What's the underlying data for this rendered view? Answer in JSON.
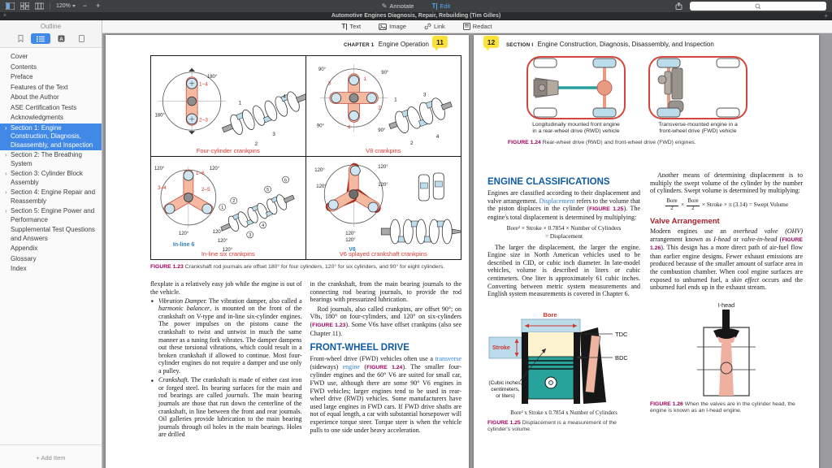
{
  "app": {
    "toolbar": {
      "zoom_level": "120%",
      "annotate_label": "Annotate",
      "annotate_icon": "✎",
      "edit_label": "Edit",
      "edit_icon_glyph": "T",
      "search_value": ""
    },
    "tabbar": {
      "close_glyph": "×",
      "title": "Automotive Engines Diagnosis, Repair, Rebuilding (Tim Gilles)",
      "new_tab_glyph": "+"
    },
    "edit_toolbar": {
      "text_icon_glyph": "T",
      "text": "Text",
      "image": "Image",
      "link": "Link",
      "redact": "Redact"
    }
  },
  "sidebar": {
    "panel_title": "Outline",
    "annot_icon_glyph": "A",
    "add_item": "+ Add Item",
    "items": [
      {
        "label": "Cover"
      },
      {
        "label": "Contents"
      },
      {
        "label": "Preface"
      },
      {
        "label": "Features of the Text"
      },
      {
        "label": "About the Author"
      },
      {
        "label": "ASE Certification Tests"
      },
      {
        "label": "Acknowledgments"
      },
      {
        "label": "Section 1: Engine Construction, Diagnosis, Disassembly, and Inspection",
        "selected": true,
        "expandable": true
      },
      {
        "label": "Section 2: The Breathing System",
        "expandable": true
      },
      {
        "label": "Section 3: Cylinder Block Assembly",
        "expandable": true
      },
      {
        "label": "Section 4: Engine Repair and Reassembly",
        "expandable": true
      },
      {
        "label": "Section 5: Engine Power and Performance",
        "expandable": true
      },
      {
        "label": "Supplemental Test Questions and Answers"
      },
      {
        "label": "Appendix"
      },
      {
        "label": "Glossary"
      },
      {
        "label": "Index"
      }
    ]
  },
  "pages": {
    "left": {
      "badge": "11",
      "kicker": "CHAPTER 1",
      "title": "Engine Operation",
      "col1": [
        {
          "style": "",
          "seg": [
            [
              "flexplate is a relatively easy job while the engine is out of the vehicle.",
              ""
            ]
          ]
        },
        {
          "style": "bullet",
          "seg": [
            [
              "Vibration Damper.",
              "i"
            ],
            [
              " The vibration damper, also called a ",
              ""
            ],
            [
              "harmonic balancer",
              "i"
            ],
            [
              ", is mounted on the front of the crankshaft on V-type and in-line six-cylinder engines. The power impulses on the pistons cause the crankshaft to twist and untwist in much the same manner as a tuning fork vibrates. The damper dampens out these torsional vibrations, which could result in a broken crankshaft if allowed to continue. Most four-cylinder engines do not require a damper and use only a pulley.",
              ""
            ]
          ]
        },
        {
          "style": "bullet",
          "seg": [
            [
              "Crankshaft.",
              "i"
            ],
            [
              " The crankshaft is made of either cast iron or forged steel. Its bearing surfaces for the main and rod bearings are called ",
              ""
            ],
            [
              "journals",
              "i"
            ],
            [
              ". The main bearing journals are those that run down the centerline of the crankshaft, in line between the front and rear journals. Oil galleries provide lubrication to the main bearing journals through oil holes in the main bearings. Holes are drilled",
              ""
            ]
          ]
        }
      ],
      "col2": [
        {
          "style": "",
          "seg": [
            [
              "in the crankshaft, from the main bearing journals to the connecting rod bearing journals, to provide the rod bearings with pressurized lubrication.",
              ""
            ]
          ]
        },
        {
          "style": "ind sp",
          "seg": [
            [
              "Rod journals, also called crankpins, are offset 90°; on V8s, 180° on four-cylinders, and 120° on six-cylinders (",
              ""
            ],
            [
              "FIGURE 1.23",
              "fig"
            ],
            [
              "). Some V6s have offset crankpins (also see Chapter 11).",
              ""
            ]
          ]
        },
        {
          "style": "h1",
          "name": "front-wheel-drive-heading",
          "seg": [
            [
              "FRONT-WHEEL DRIVE",
              ""
            ]
          ]
        },
        {
          "style": "",
          "seg": [
            [
              "Front-wheel drive (FWD) vehicles often use a ",
              ""
            ],
            [
              "transverse",
              "link"
            ],
            [
              " (sideways) ",
              ""
            ],
            [
              "engine",
              "link"
            ],
            [
              " (",
              ""
            ],
            [
              "FIGURE 1.24",
              "fig"
            ],
            [
              "). The smaller four-cylinder engines and the 60° V6 are suited for small car, FWD use, although there are some 90° V6 engines in FWD vehicles; larger engines tend to be used in rear-wheel drive (RWD) vehicles. Some manufacturers have used large engines in FWD cars. If FWD drive shafts are not of equal length, a car with substantial horsepower will experience torque steer. Torque steer is when the vehicle pulls to one side under heavy acceleration.",
              ""
            ]
          ]
        }
      ]
    },
    "right": {
      "badge": "12",
      "kicker": "SECTION I",
      "title": "Engine Construction, Diagnosis, Disassembly, and Inspection",
      "col1": [
        {
          "style": "h1",
          "name": "engine-classifications-heading",
          "seg": [
            [
              "ENGINE CLASSIFICATIONS",
              ""
            ]
          ]
        },
        {
          "style": "",
          "seg": [
            [
              "Engines are classified according to their displacement and valve arrangement. ",
              ""
            ],
            [
              "Displacement",
              "link"
            ],
            [
              " refers to the volume that the piston displaces in the cylinder (",
              ""
            ],
            [
              "FIGURE 1.25",
              "fig"
            ],
            [
              "). The engine's total displacement is determined by multiplying:",
              ""
            ]
          ]
        },
        {
          "style": "formula",
          "seg": [
            [
              "Bore² × Stroke × 0.7854 × Number of Cylinders",
              ""
            ]
          ]
        },
        {
          "style": "formula2",
          "seg": [
            [
              "= Displacement",
              ""
            ]
          ]
        },
        {
          "style": "ind",
          "seg": [
            [
              "The larger the displacement, the larger the engine. Engine size in North American vehicles used to be described in CID, or cubic inch diameter. In late-model vehicles, volume is described in liters or cubic centimeters. One liter is approximately 61 cubic inches. Converting between metric system measurements and English system measurements is covered in Chapter 6.",
              ""
            ]
          ]
        }
      ],
      "col2": [
        {
          "style": "ind",
          "seg": [
            [
              "Another means of determining displacement is to multiply the swept volume of the cylinder by the number of cylinders. Swept volume is determined by multiplying:",
              ""
            ]
          ]
        },
        {
          "style": "formulafrac",
          "seg": [
            [
              "Bore|2",
              "frac"
            ],
            [
              " × ",
              ""
            ],
            [
              "Bore|2",
              "frac"
            ],
            [
              " × Stroke × π (3.14) = Swept Volume",
              ""
            ]
          ]
        },
        {
          "style": "h2",
          "name": "valve-arrangement-heading",
          "seg": [
            [
              "Valve Arrangement",
              ""
            ]
          ]
        },
        {
          "style": "",
          "seg": [
            [
              "Modern engines use an ",
              ""
            ],
            [
              "overhead valve (OHV)",
              "i"
            ],
            [
              " arrangement known as ",
              ""
            ],
            [
              "I-head",
              "i"
            ],
            [
              " or ",
              ""
            ],
            [
              "valve-in-head",
              "i"
            ],
            [
              " (",
              ""
            ],
            [
              "FIGURE 1.26",
              "fig"
            ],
            [
              "). This design has a more direct path of air-fuel flow than earlier engine designs. Fewer exhaust emissions are produced because of the smaller amount of surface area in the combustion chamber. When cool engine surfaces are exposed to unburned fuel, a ",
              ""
            ],
            [
              "skin effect",
              "i"
            ],
            [
              " occurs and the unburned fuel ends up in the exhaust stream.",
              ""
            ]
          ]
        }
      ]
    }
  },
  "figures": {
    "fig23": {
      "caption_label": "FIGURE 1.23",
      "caption_text": "Crankshaft rod journals are offset 180° for four cylinders, 120° for six cylinders, and 90° for eight cylinders.",
      "q1": {
        "caption": "Four-cylinder crankpins",
        "top_pair": "1–4",
        "bottom_pair": "2–3",
        "angle1": "180°",
        "angle2": "180°",
        "n1": "1",
        "n2": "2",
        "n3": "3",
        "n4": "4"
      },
      "q2": {
        "caption": "V8 crankpins",
        "a1": "90°",
        "a2": "90°",
        "a3": "90°",
        "a4": "90°",
        "r1": "1",
        "r2": "2",
        "r3": "3",
        "r4": "4",
        "n1": "1",
        "n2": "2",
        "n3": "3",
        "n4": "4"
      },
      "q3": {
        "caption": "In-line six crankpins",
        "name": "In-line 6",
        "p1": "1–6",
        "p2": "3–4",
        "p3": "2–5",
        "a1": "120°",
        "a2": "120°",
        "a3": "120°",
        "s1": "120°",
        "s2": "120°",
        "s3": "120°",
        "n1": "1",
        "n2": "2",
        "n3": "3",
        "n4": "4",
        "n5": "5",
        "n6": "6"
      },
      "q4": {
        "caption": "V6 splayed crankshaft crankpins",
        "name": "V6",
        "a1": "120°",
        "a2": "120°",
        "a3": "120°",
        "a4": "120°",
        "a5": "120°",
        "a6": "120°"
      }
    },
    "fig24": {
      "left_caption_1": "Longitudinally mounted front engine",
      "left_caption_2": "in a rear-wheel drive (RWD) vehicle",
      "right_caption_1": "Transverse-mounted engine in a",
      "right_caption_2": "front-wheel drive (FWD) vehicle",
      "caption_label": "FIGURE 1.24",
      "caption_text": "Rear-wheel drive (RWD) and front-wheel drive (FWD) engines."
    },
    "fig25": {
      "bore": "Bore",
      "stroke": "Stroke",
      "tdc": "TDC",
      "bdc": "BDC",
      "note1": "(Cubic inches,",
      "note2": "centimeters,",
      "note3": "or liters)",
      "formula": "Bore² x Stroke x 0.7854 x Number of Cylinders",
      "caption_label": "FIGURE 1.25",
      "caption_text": "Displacement is a measurement of the cylinder's volume."
    },
    "fig26": {
      "label": "I-head",
      "caption_label": "FIGURE 1.26",
      "caption_text": "When the valves are in the cylinder head, the engine is known as an I-head engine."
    }
  }
}
